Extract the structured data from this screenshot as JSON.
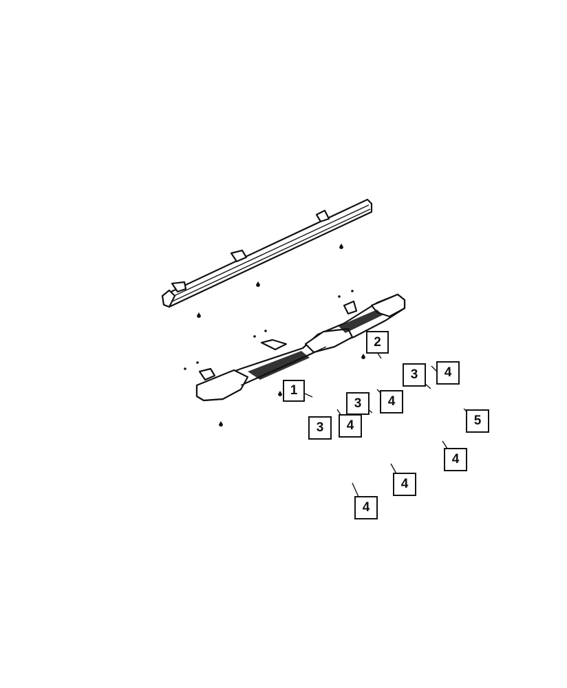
{
  "diagram": {
    "line_color": "#111111",
    "background": "#ffffff",
    "callouts": [
      {
        "id": "c1",
        "label": "1"
      },
      {
        "id": "c2",
        "label": "2"
      },
      {
        "id": "c3a",
        "label": "3"
      },
      {
        "id": "c4a",
        "label": "4"
      },
      {
        "id": "c3b",
        "label": "3"
      },
      {
        "id": "c4b",
        "label": "4"
      },
      {
        "id": "c3c",
        "label": "3"
      },
      {
        "id": "c4c",
        "label": "4"
      },
      {
        "id": "c5",
        "label": "5"
      },
      {
        "id": "c4d",
        "label": "4"
      },
      {
        "id": "c4e",
        "label": "4"
      },
      {
        "id": "c4f",
        "label": "4"
      }
    ]
  }
}
